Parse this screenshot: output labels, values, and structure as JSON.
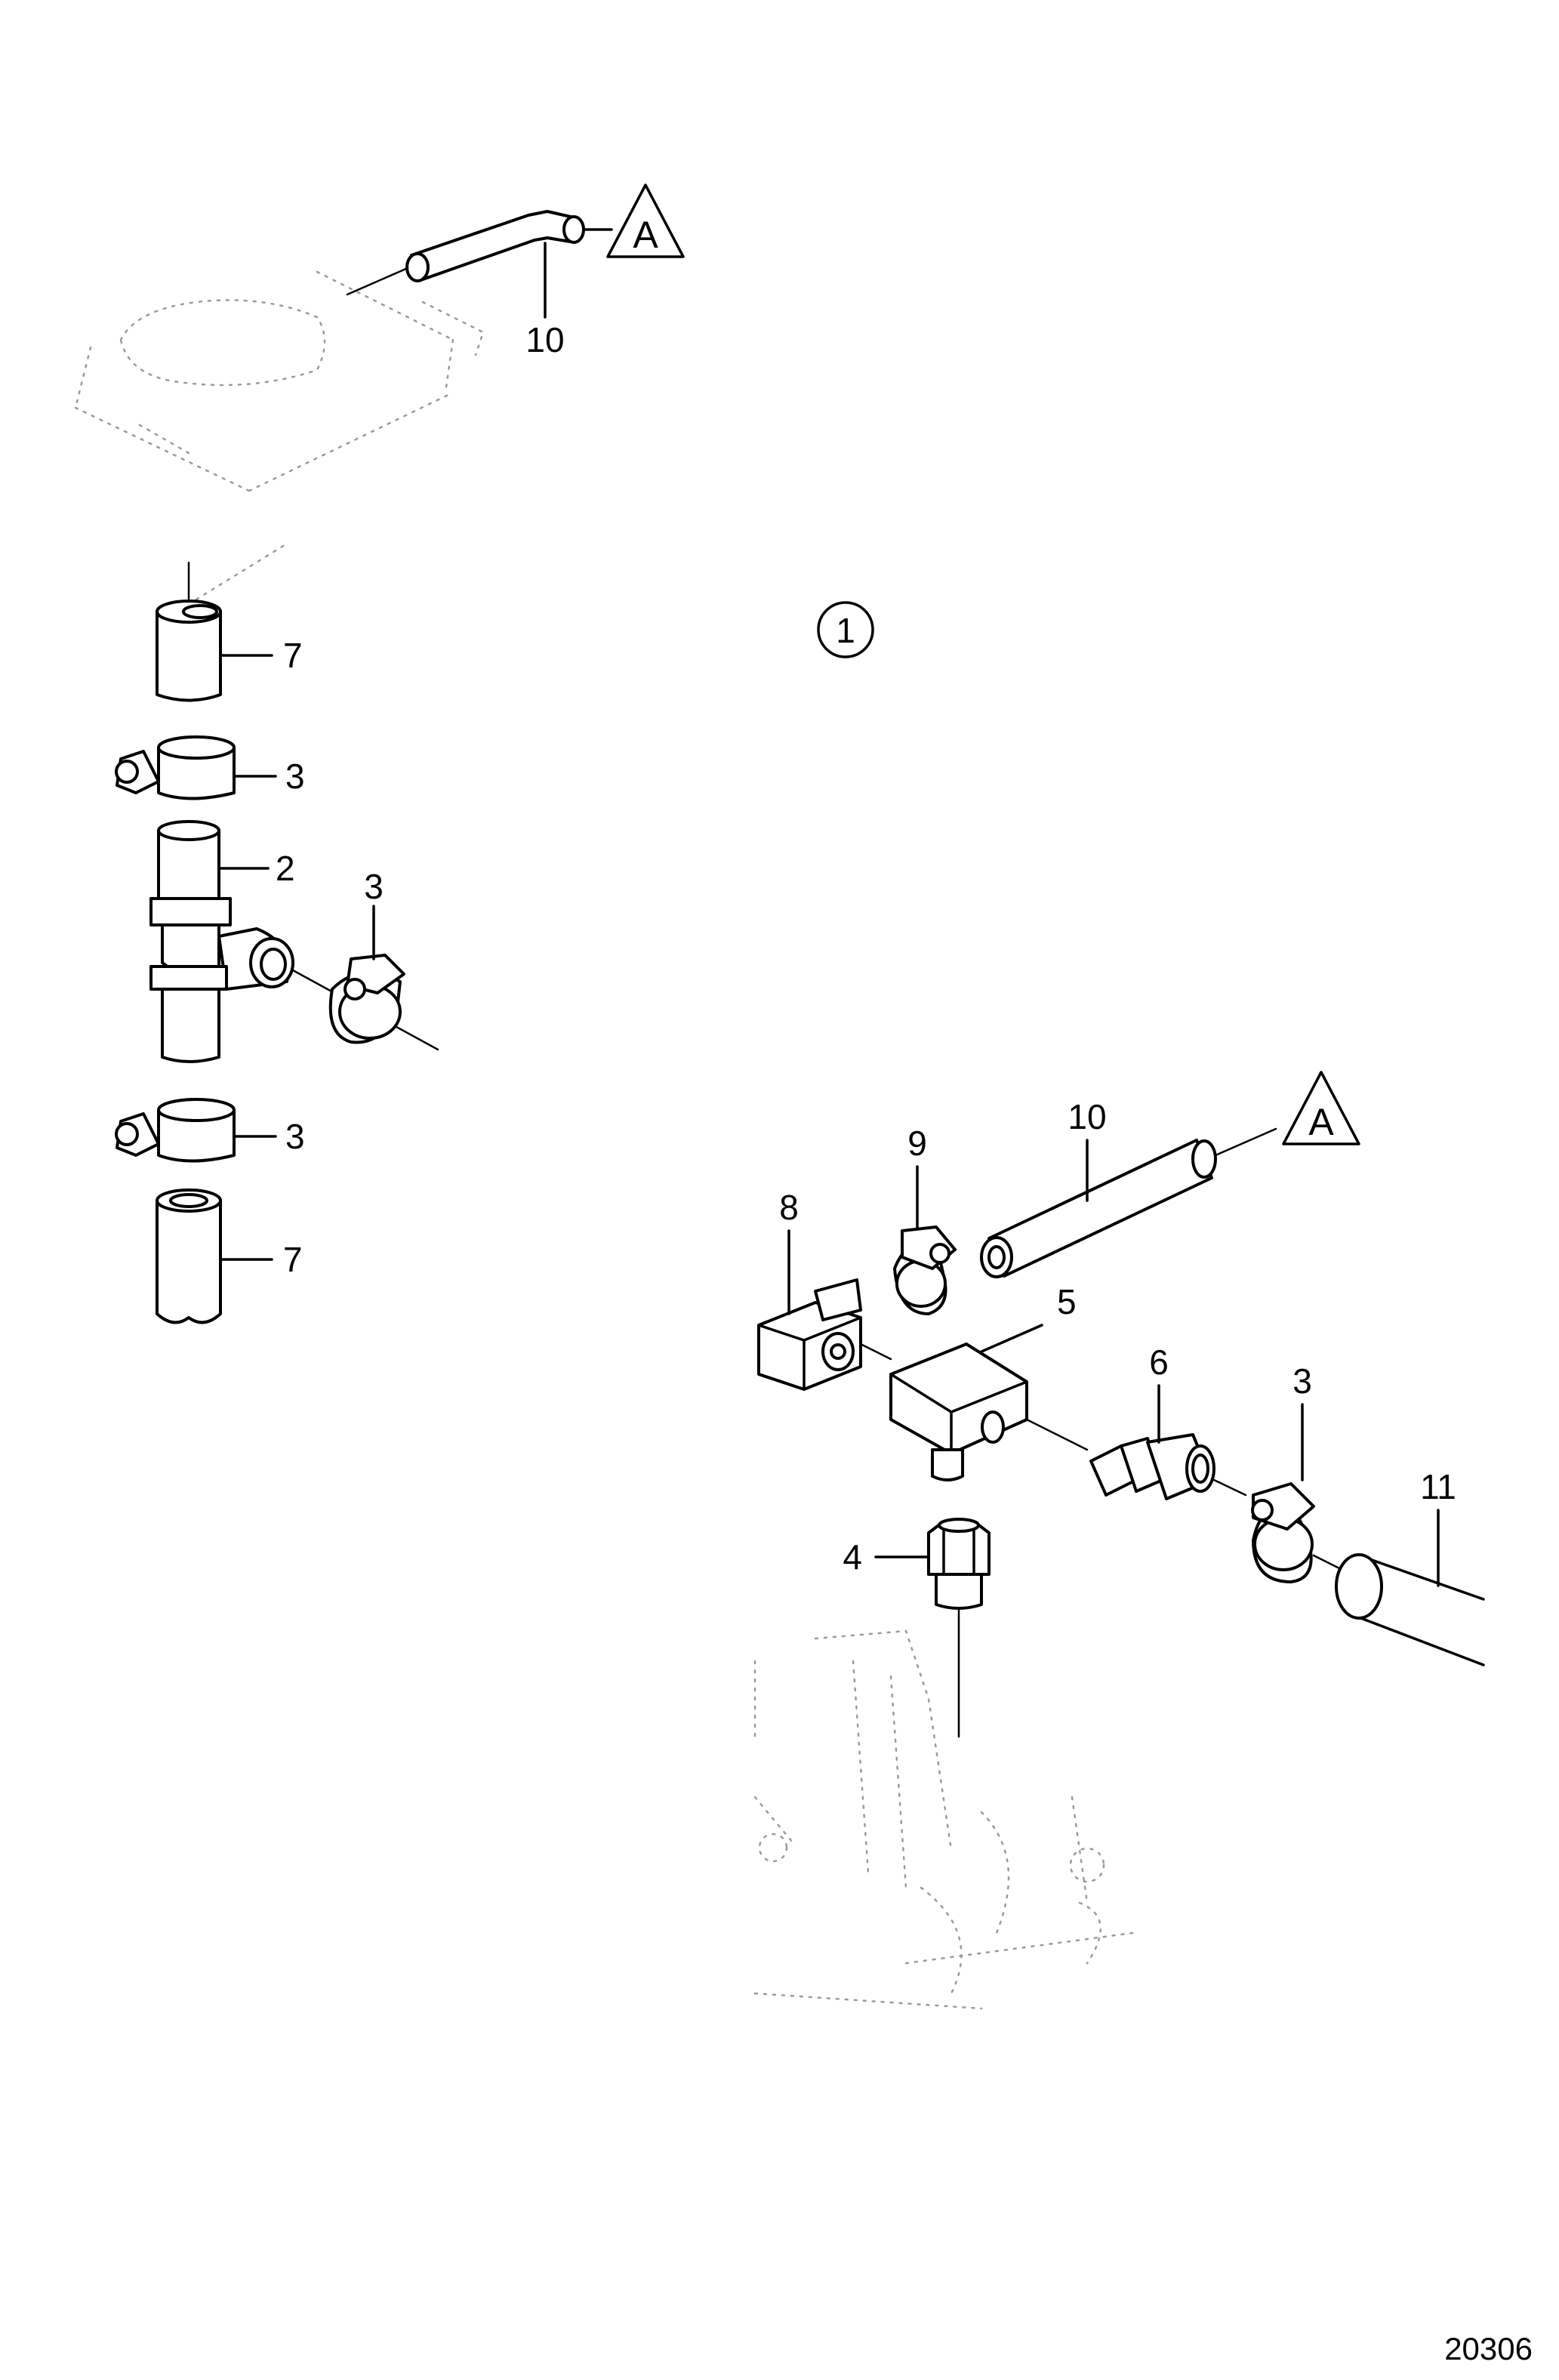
{
  "ref_marker": {
    "text": "A"
  },
  "view_number": {
    "text": "1"
  },
  "callouts": {
    "hose_top": "10",
    "hose_upper_left": "7",
    "clamp_left_upper": "3",
    "tee_piece": "2",
    "clamp_tee_side": "3",
    "clamp_left_lower": "3",
    "hose_lower_left": "7",
    "hose_right": "10",
    "clamp_right_upper": "9",
    "elbow_fitting": "8",
    "tee_block": "5",
    "nipple": "6",
    "clamp_right_lower": "3",
    "hose_large": "11",
    "adapter": "4"
  },
  "drawing_number": "20306"
}
